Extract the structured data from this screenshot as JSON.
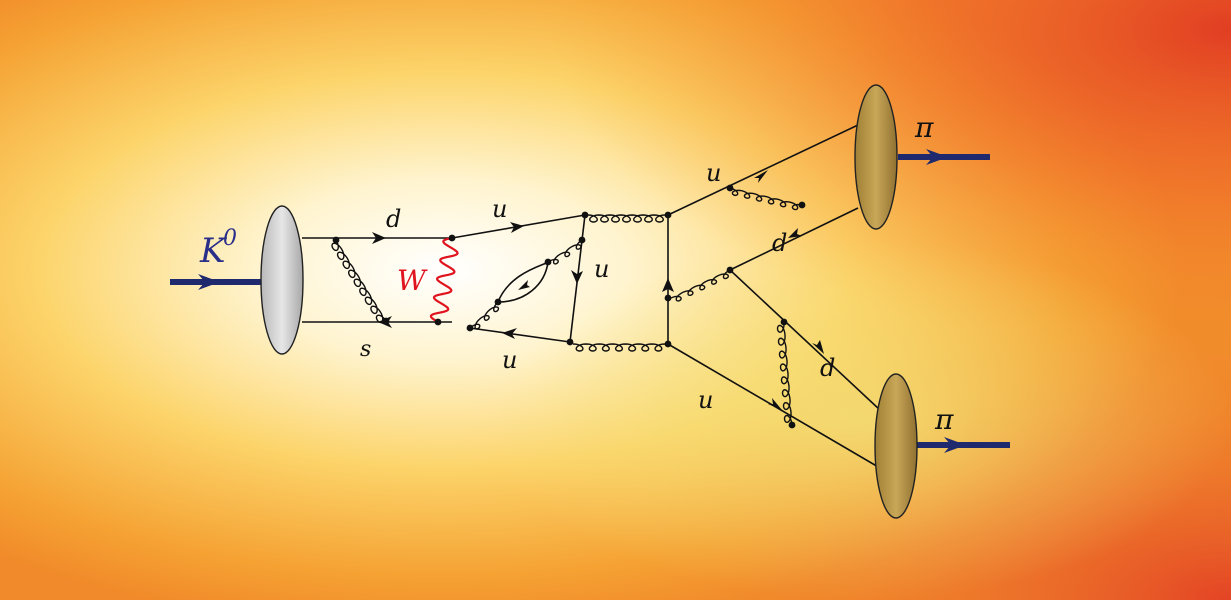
{
  "colors": {
    "line": "#111111",
    "w_boson": "#e0141e",
    "beam": "#1f2a6e",
    "kaon_label": "#2a2f8a",
    "blob_left": "#d9d9d9",
    "blob_right": "#c4a04a",
    "background_warm": "#f49a2a",
    "background_hot": "#e03a22",
    "background_light": "#fff6d8"
  },
  "labels": {
    "kaon": "K",
    "kaon_superscript": "0",
    "d_top": "d",
    "s_bottom": "s",
    "w_boson": "W",
    "u_top": "u",
    "u_loop": "u",
    "u_bottom": "u",
    "u_upper_right": "u",
    "d_mid_right": "d",
    "d_lower_right": "d",
    "u_lower_right": "u",
    "pion_top": "π",
    "pion_bottom": "π"
  }
}
